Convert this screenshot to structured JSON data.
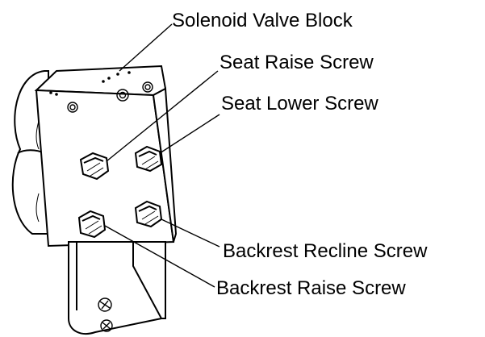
{
  "labels": {
    "solenoid_valve_block": "Solenoid Valve Block",
    "seat_raise_screw": "Seat Raise Screw",
    "seat_lower_screw": "Seat Lower Screw",
    "backrest_recline_screw": "Backrest Recline Screw",
    "backrest_raise_screw": "Backrest Raise Screw"
  }
}
